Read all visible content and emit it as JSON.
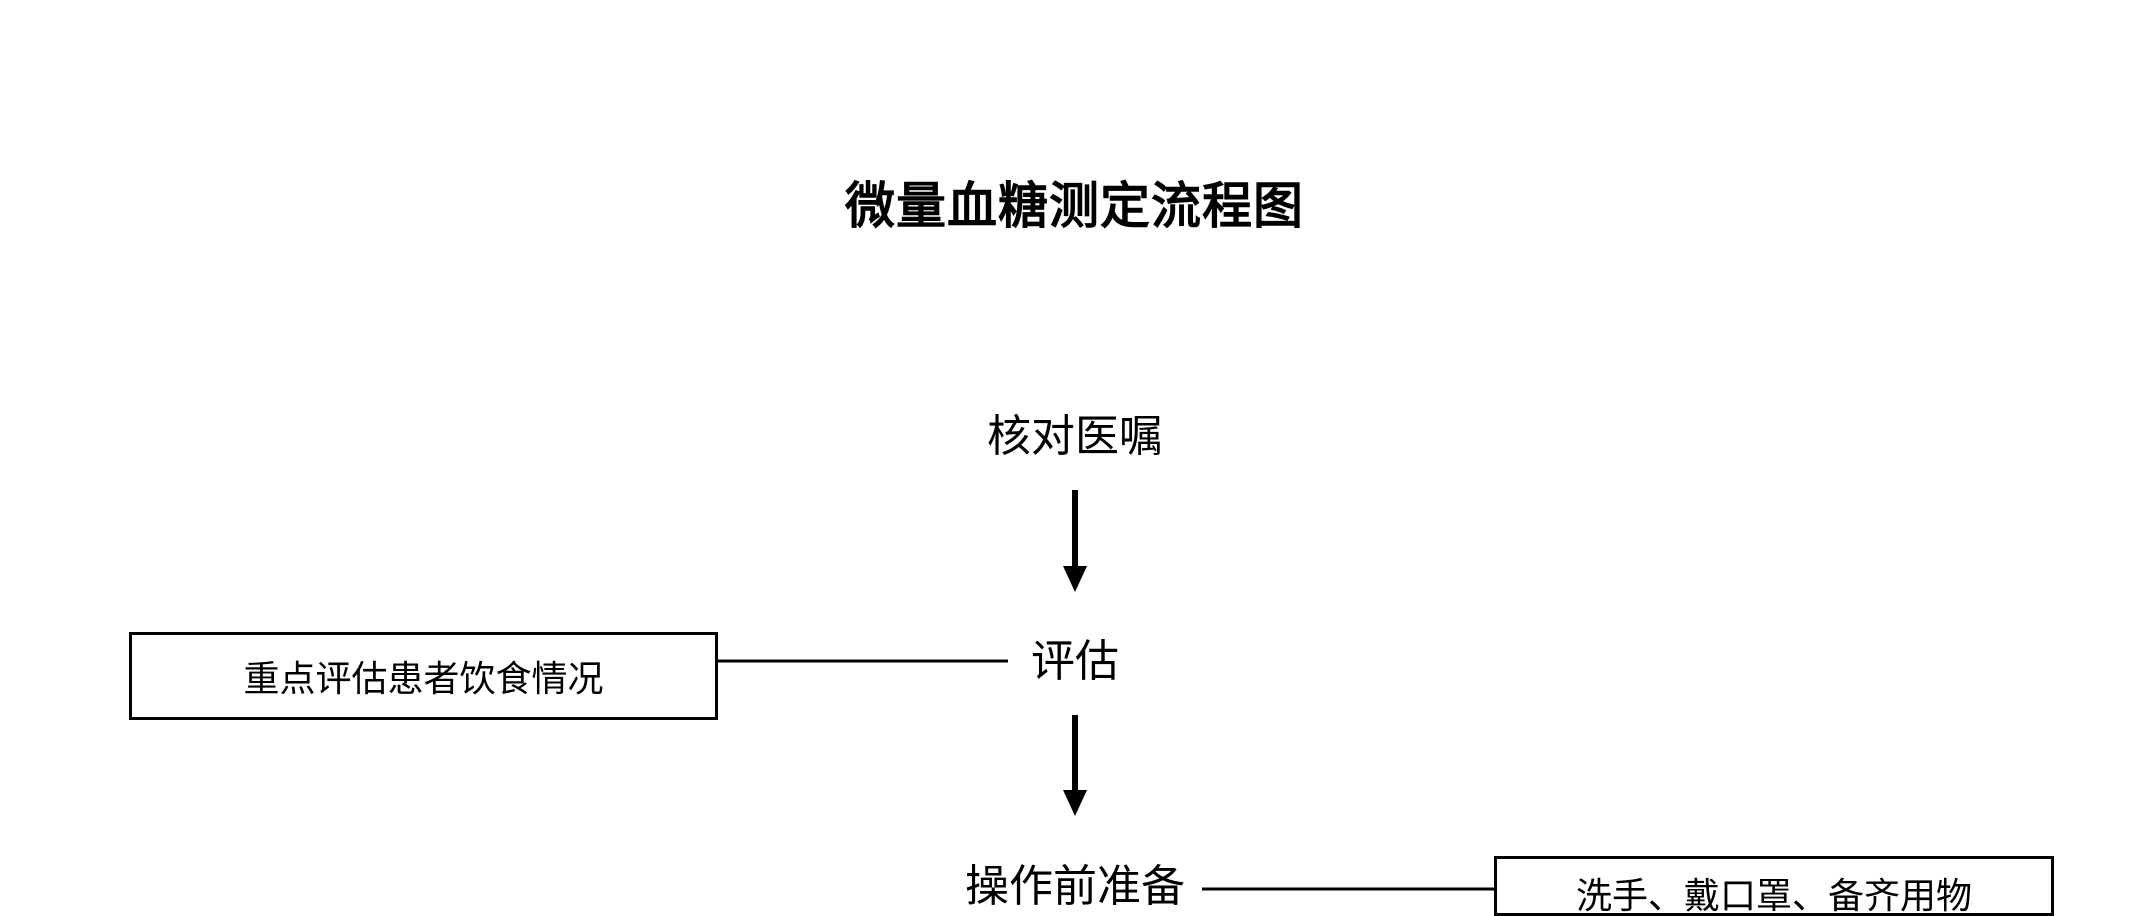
{
  "title": "微量血糖测定流程图",
  "flow": {
    "step1": "核对医嘱",
    "step2": "评估",
    "step3": "操作前准备"
  },
  "notes": {
    "assess_note": "重点评估患者饮食情况",
    "prep_note": "洗手、戴口罩、备齐用物"
  }
}
